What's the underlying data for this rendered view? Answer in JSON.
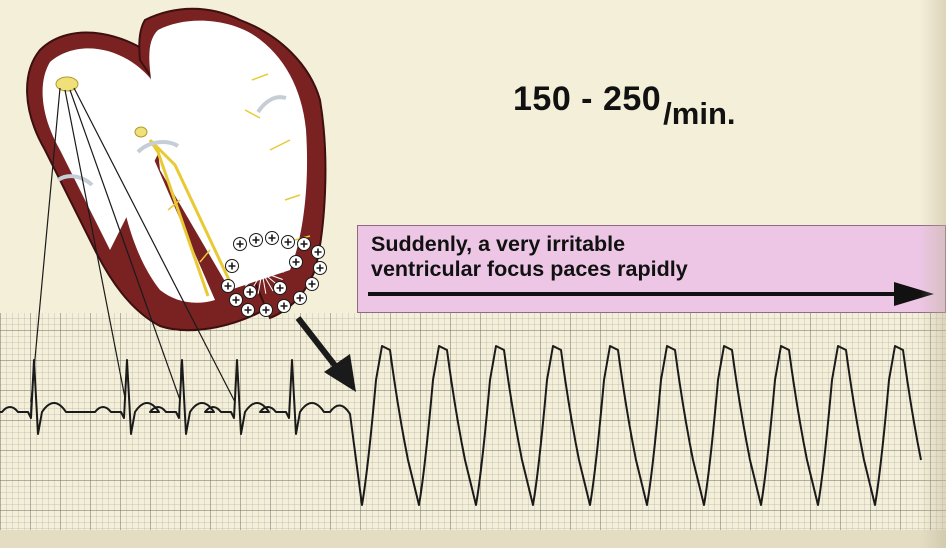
{
  "rate": {
    "value": "150 - 250",
    "unit": "/min."
  },
  "banner": {
    "line1": "Suddenly, a very irritable",
    "line2": "ventricular focus paces rapidly"
  },
  "colors": {
    "paper": "#f4efd9",
    "grid": "#8a8a82",
    "heart_wall": "#7a2222",
    "heart_wall_dark": "#4b1212",
    "conduction": "#e9c934",
    "banner": "#ecc6e4",
    "trace": "#1a1a1a"
  },
  "rhythm": {
    "normal_beats": 5,
    "tachycardia_beats": 10,
    "rate_per_min": "150 - 250"
  }
}
